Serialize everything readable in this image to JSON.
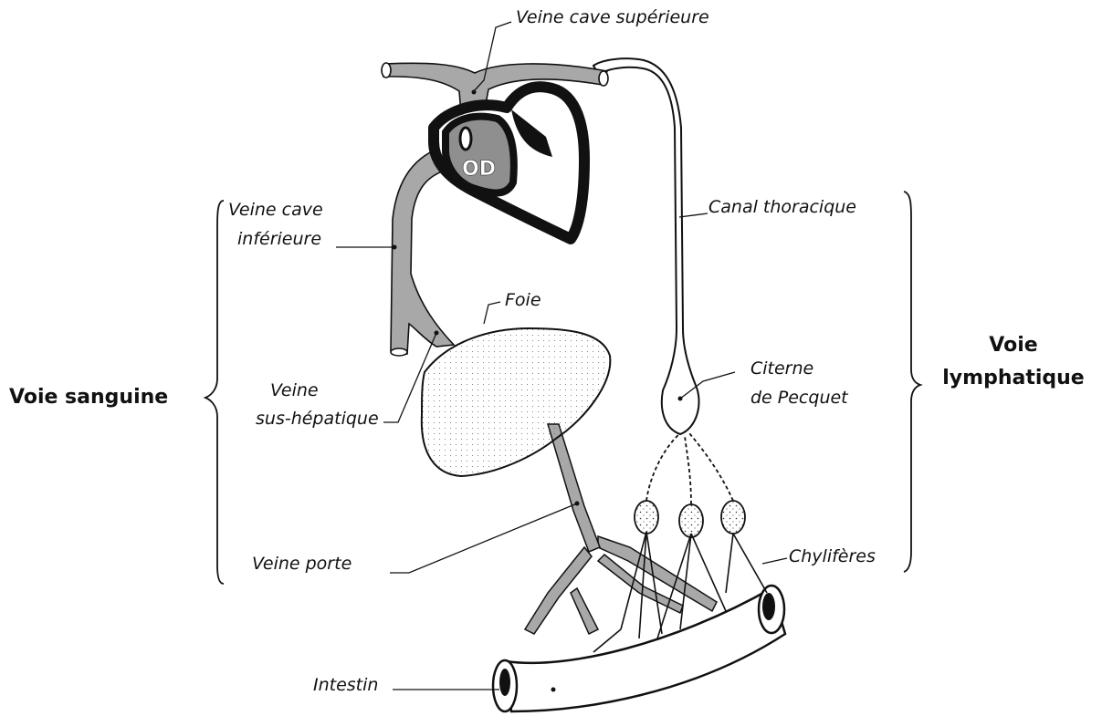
{
  "labels": {
    "veine_cave_superieure": "Veine cave supérieure",
    "veine_cave_inferieure_line1": "Veine cave",
    "veine_cave_inferieure_line2": "inférieure",
    "od": "OD",
    "canal_thoracique": "Canal thoracique",
    "foie": "Foie",
    "veine_sus_hepatique_line1": "Veine",
    "veine_sus_hepatique_line2": "sus-hépatique",
    "citerne_line1": "Citerne",
    "citerne_line2": "de Pecquet",
    "veine_porte": "Veine porte",
    "chyliferes": "Chylifères",
    "intestin": "Intestin"
  },
  "groups": {
    "voie_sanguine": "Voie sanguine",
    "voie_lymphatique_line1": "Voie",
    "voie_lymphatique_line2": "lymphatique"
  },
  "colors": {
    "vessel_gray": "#a8a8a8",
    "outline": "#111111",
    "heart_wall": "#111111",
    "heart_cavity": "#8f8f8f",
    "liver_fill": "#e6e6e6",
    "lymph_fill": "#ffffff"
  }
}
